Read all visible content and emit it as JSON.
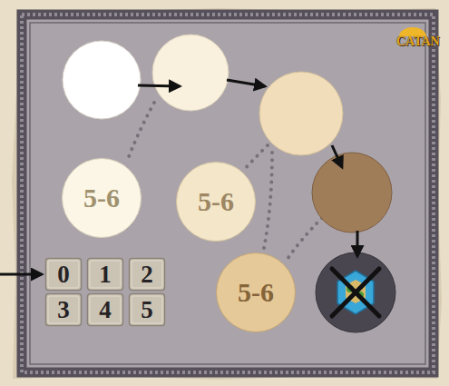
{
  "diagram": {
    "nodes": [
      {
        "text": [
          "5-6"
        ]
      },
      {
        "text": [
          "5-6"
        ]
      },
      {
        "text": [
          "5-6"
        ]
      },
      {
        "text": [
          "0"
        ]
      },
      {
        "text": [
          "1"
        ]
      },
      {
        "text": [
          "2"
        ]
      },
      {
        "text": [
          "3"
        ]
      },
      {
        "text": [
          "4"
        ]
      },
      {
        "text": [
          "5"
        ]
      }
    ],
    "labels": [
      "CATAN"
    ]
  }
}
